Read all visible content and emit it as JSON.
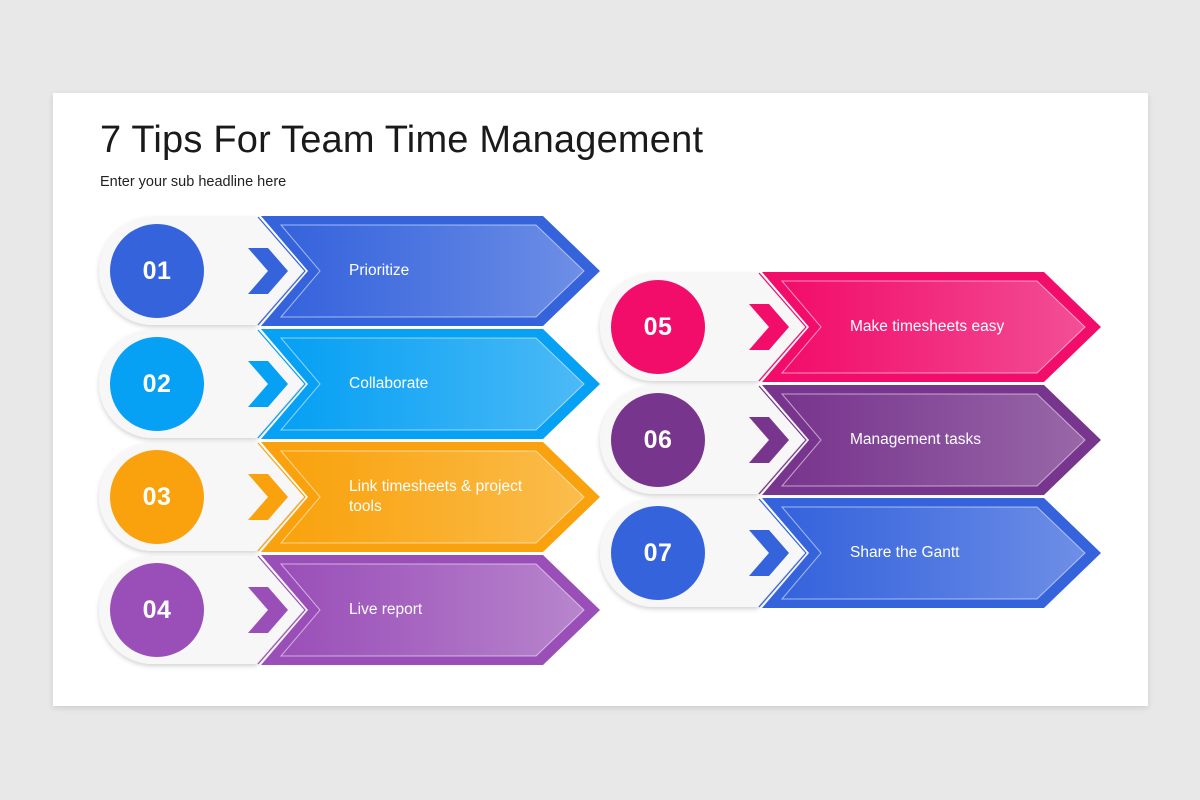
{
  "slide": {
    "title": "7 Tips For Team Time Management",
    "subtitle": "Enter your sub headline here"
  },
  "tips": [
    {
      "number": "01",
      "label": "Prioritize",
      "color": "#3563dc",
      "light": "#6e8fe6",
      "column": "left"
    },
    {
      "number": "02",
      "label": "Collaborate",
      "color": "#06a0f4",
      "light": "#4dbaf6",
      "column": "left"
    },
    {
      "number": "03",
      "label": "Link timesheets & project tools",
      "color": "#f9a20d",
      "light": "#fbbd4d",
      "column": "left"
    },
    {
      "number": "04",
      "label": "Live report",
      "color": "#9a4fb8",
      "light": "#b886cd",
      "column": "left"
    },
    {
      "number": "05",
      "label": "Make timesheets easy",
      "color": "#f20d6b",
      "light": "#f25096",
      "column": "right"
    },
    {
      "number": "06",
      "label": "Management tasks",
      "color": "#78358e",
      "light": "#9968a8",
      "column": "right"
    },
    {
      "number": "07",
      "label": "Share the Gantt",
      "color": "#3563dc",
      "light": "#6e8fe6",
      "column": "right"
    }
  ]
}
